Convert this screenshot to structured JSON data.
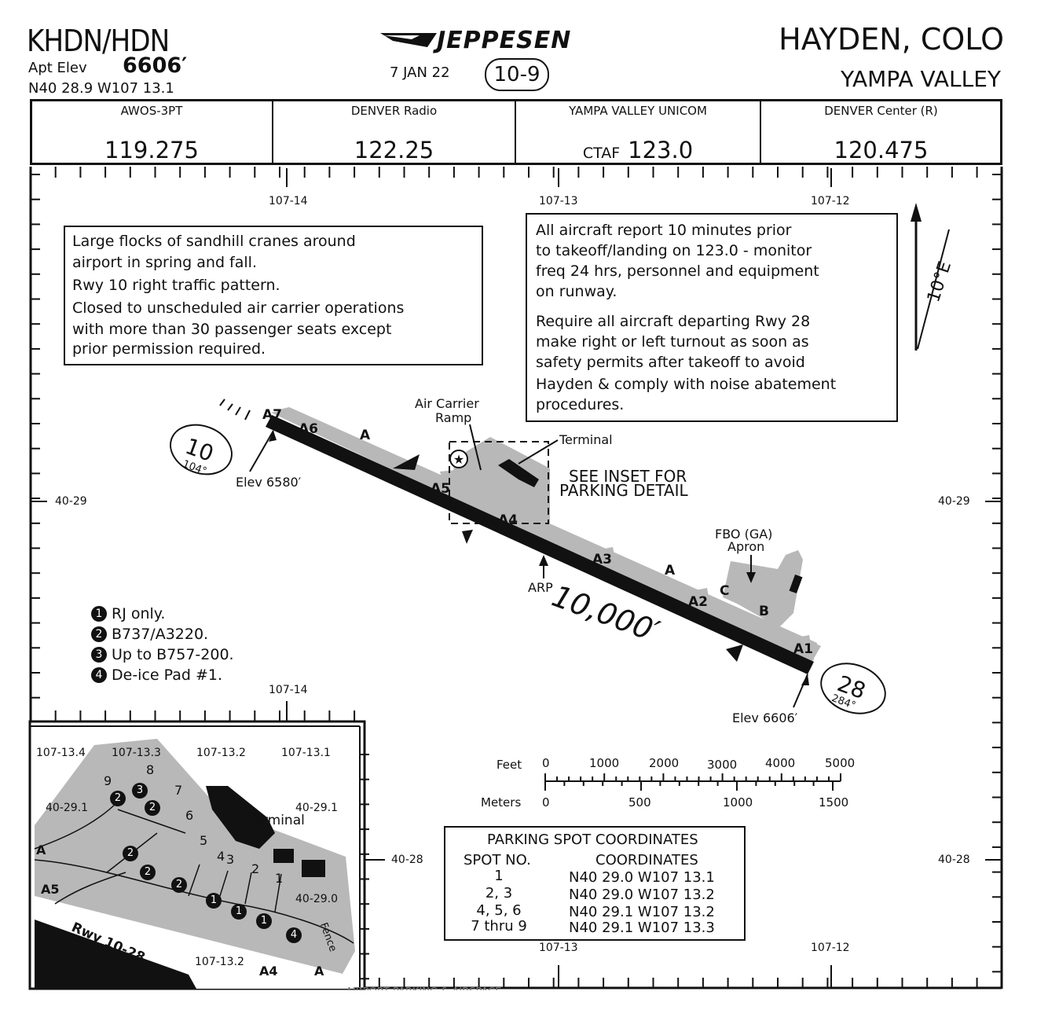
{
  "header": {
    "ident": "KHDN/HDN",
    "elev_label": "Apt Elev",
    "elev_value": "6606′",
    "coordinates": "N40 28.9 W107 13.1",
    "brand": "JEPPESEN",
    "date": "7 JAN 22",
    "chart_no": "10-9",
    "city": "HAYDEN, COLO",
    "airport": "YAMPA VALLEY"
  },
  "frequencies": [
    {
      "label": "AWOS-3PT",
      "prefix": "",
      "value": "119.275"
    },
    {
      "label": "DENVER Radio",
      "prefix": "",
      "value": "122.25"
    },
    {
      "label": "YAMPA VALLEY UNICOM",
      "prefix": "CTAF",
      "value": "123.0"
    },
    {
      "label": "DENVER Center (R)",
      "prefix": "",
      "value": "120.475"
    }
  ],
  "grid": {
    "lon_top": [
      "107-14",
      "107-13",
      "107-12"
    ],
    "lat": [
      "40-29",
      "40-29",
      "40-28",
      "40-28"
    ],
    "lon_mid": "107-14",
    "lon_bottom": [
      "107-13",
      "107-12"
    ]
  },
  "notes": {
    "left": [
      "Large flocks of sandhill cranes around",
      "airport in spring and fall.",
      "Rwy 10 right traffic pattern.",
      "Closed to unscheduled air carrier operations",
      "with more than 30 passenger seats except",
      "prior permission required."
    ],
    "right": [
      "All aircraft report 10 minutes prior",
      "to takeoff/landing on 123.0 - monitor",
      "freq 24 hrs, personnel and equipment",
      "on runway.",
      "Require all aircraft departing Rwy 28",
      "make right or left turnout as soon as",
      "safety permits after takeoff to avoid",
      "Hayden & comply with noise abatement",
      "procedures."
    ]
  },
  "magvar": "10°E",
  "runway": {
    "end_10": "10",
    "end_10_hdg": "104°",
    "end_28": "28",
    "end_28_hdg": "284°",
    "length": "10,000′",
    "elev_10": "Elev 6580′",
    "elev_28": "Elev 6606′"
  },
  "labels": {
    "air_carrier_1": "Air Carrier",
    "air_carrier_2": "Ramp",
    "terminal": "Terminal",
    "inset_1": "SEE INSET FOR",
    "inset_2": "PARKING DETAIL",
    "fbo_1": "FBO (GA)",
    "fbo_2": "Apron",
    "arp": "ARP"
  },
  "taxiways": [
    "A7",
    "A6",
    "A",
    "A5",
    "A4",
    "A3",
    "A",
    "A2",
    "A1",
    "B",
    "C"
  ],
  "legend": [
    {
      "num": "1",
      "text": "RJ only."
    },
    {
      "num": "2",
      "text": "B737/A3220."
    },
    {
      "num": "3",
      "text": "Up to B757-200."
    },
    {
      "num": "4",
      "text": "De-ice Pad #1."
    }
  ],
  "scale": {
    "feet_label": "Feet",
    "feet": [
      "0",
      "1000",
      "2000",
      "3000",
      "4000",
      "5000"
    ],
    "meters_label": "Meters",
    "meters": [
      "0",
      "500",
      "1000",
      "1500"
    ]
  },
  "parking": {
    "title": "PARKING SPOT COORDINATES",
    "col1": "SPOT NO.",
    "col2": "COORDINATES",
    "rows": [
      {
        "spot": "1",
        "coord": "N40 29.0 W107 13.1"
      },
      {
        "spot": "2, 3",
        "coord": "N40 29.0 W107 13.2"
      },
      {
        "spot": "4, 5, 6",
        "coord": "N40 29.1 W107 13.2"
      },
      {
        "spot": "7 thru 9",
        "coord": "N40 29.1 W107 13.3"
      }
    ]
  },
  "inset": {
    "lon": [
      "107-13.4",
      "107-13.3",
      "107-13.2",
      "107-13.1"
    ],
    "lat_left": "40-29.1",
    "lat_right": "40-29.1",
    "lat_right2": "40-29.0",
    "lon_bottom": "107-13.2",
    "terminal": "Terminal",
    "rwy": "Rwy 10-28",
    "fence": "Fence",
    "twy_a": "A",
    "twy_a5": "A5",
    "twy_a4": "A4",
    "twy_a_b": "A",
    "spots": [
      "9",
      "8",
      "7",
      "6",
      "5",
      "4",
      "3",
      "2",
      "1"
    ]
  },
  "footer": "AIRPORT PARKING & AIRSPACE"
}
